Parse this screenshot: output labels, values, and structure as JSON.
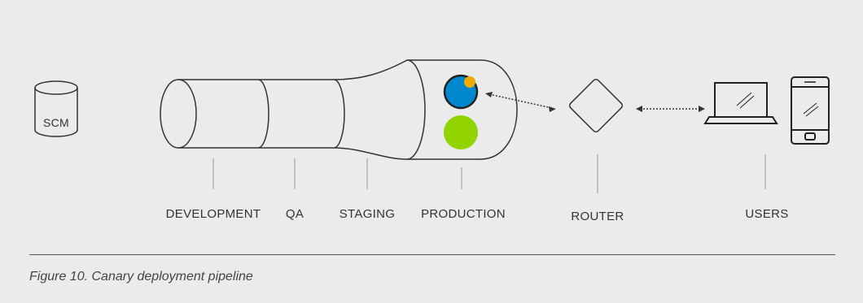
{
  "scm": {
    "label": "SCM"
  },
  "stages": [
    {
      "label": "DEVELOPMENT"
    },
    {
      "label": "QA"
    },
    {
      "label": "STAGING"
    },
    {
      "label": "PRODUCTION"
    }
  ],
  "router": {
    "label": "ROUTER"
  },
  "users": {
    "label": "USERS"
  },
  "caption": "Figure 10. Canary deployment pipeline",
  "colors": {
    "background": "#ebebeb",
    "stroke": "#333333",
    "tick": "#b5b5b5",
    "canary_blue": "#0088ce",
    "canary_orange": "#f0ab00",
    "stable_green": "#92d400"
  },
  "icons": [
    "database-icon",
    "router-diamond-icon",
    "laptop-icon",
    "phone-icon"
  ]
}
